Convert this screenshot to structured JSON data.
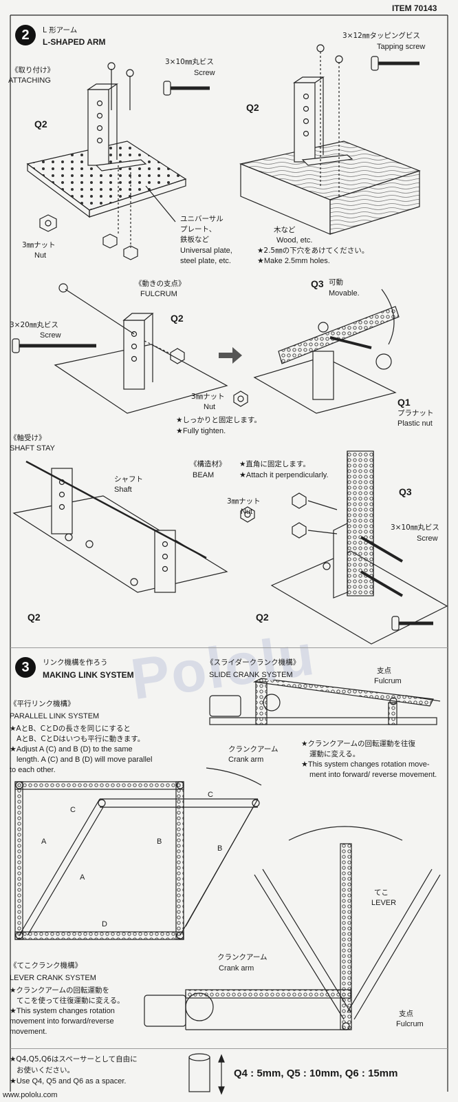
{
  "header": {
    "item_number": "ITEM 70143"
  },
  "watermark": {
    "text": "Pololu"
  },
  "footer": {
    "url": "www.pololu.com"
  },
  "step2": {
    "number": "2",
    "title_jp": "L 形アーム",
    "title_en": "L-SHAPED ARM",
    "attaching": {
      "title_jp": "《取り付け》",
      "title_en": "ATTACHING",
      "screw_jp": "3×10㎜丸ビス",
      "screw_en": "Screw",
      "part": "Q2",
      "nut_jp": "3㎜ナット",
      "nut_en": "Nut",
      "plate_jp1": "ユニバーサル",
      "plate_jp2": "プレート、",
      "plate_jp3": "鉄板など",
      "plate_en1": "Universal plate,",
      "plate_en2": "steel plate, etc."
    },
    "wood": {
      "screw_jp": "3×12㎜タッピングビス",
      "screw_en": "Tapping screw",
      "part": "Q2",
      "wood_jp": "木など",
      "wood_en": "Wood, etc.",
      "hole_jp": "★2.5㎜の下穴をあけてください。",
      "hole_en": "★Make 2.5mm holes."
    },
    "fulcrum": {
      "title_jp": "《動きの支点》",
      "title_en": "FULCRUM",
      "screw_jp": "3×20㎜丸ビス",
      "screw_en": "Screw",
      "part_q2": "Q2",
      "part_q3": "Q3",
      "movable_jp": "可動",
      "movable_en": "Movable.",
      "nut_jp": "3㎜ナット",
      "nut_en": "Nut",
      "tighten_jp": "★しっかりと固定します。",
      "tighten_en": "★Fully tighten.",
      "part_q1": "Q1",
      "plastic_nut_jp": "プラナット",
      "plastic_nut_en": "Plastic nut"
    },
    "shaft_stay": {
      "title_jp": "《軸受け》",
      "title_en": "SHAFT STAY",
      "shaft_jp": "シャフト",
      "shaft_en": "Shaft",
      "part": "Q2"
    },
    "beam": {
      "title_jp": "《構造材》",
      "title_en": "BEAM",
      "note_jp": "★直角に固定します。",
      "note_en": "★Attach it perpendicularly.",
      "nut_jp": "3㎜ナット",
      "nut_en": "Nut",
      "part_q3": "Q3",
      "part_q2": "Q2",
      "screw_jp": "3×10㎜丸ビス",
      "screw_en": "Screw"
    }
  },
  "step3": {
    "number": "3",
    "title_jp": "リンク機構を作ろう",
    "title_en": "MAKING LINK SYSTEM",
    "slide_crank": {
      "title_jp": "《スライダークランク機構》",
      "title_en": "SLIDE CRANK SYSTEM",
      "fulcrum_jp": "支点",
      "fulcrum_en": "Fulcrum",
      "crank_jp": "クランクアーム",
      "crank_en": "Crank arm",
      "note_jp1": "★クランクアームの回転運動を往復",
      "note_jp2": "運動に変える。",
      "note_en1": "★This system changes rotation move-",
      "note_en2": "ment into forward/ reverse movement."
    },
    "parallel": {
      "title_jp": "《平行リンク機構》",
      "title_en": "PARALLEL LINK SYSTEM",
      "note_jp1": "★AとB、CとDの長さを同じにすると",
      "note_jp2": "AとB、CとDはいつも平行に動きます。",
      "note_en1": "★Adjust A (C) and B (D) to the same",
      "note_en2": "length. A (C) and B (D) will move parallel",
      "note_en3": "to each other.",
      "label_a": "A",
      "label_b": "B",
      "label_c": "C",
      "label_d": "D"
    },
    "lever": {
      "title_jp": "《てこクランク機構》",
      "title_en": "LEVER CRANK SYSTEM",
      "note_jp1": "★クランクアームの回転運動を",
      "note_jp2": "てこを使って往復運動に変える。",
      "note_en1": "★This system changes rotation",
      "note_en2": "movement into forward/reverse",
      "note_en3": "movement.",
      "crank_jp": "クランクアーム",
      "crank_en": "Crank arm",
      "lever_jp": "てこ",
      "lever_en": "LEVER",
      "fulcrum_jp": "支点",
      "fulcrum_en": "Fulcrum"
    }
  },
  "spacer": {
    "note_jp1": "★Q4,Q5,Q6はスペーサーとして自由に",
    "note_jp2": "お使いください。",
    "note_en": "★Use Q4, Q5 and Q6 as a spacer.",
    "sizes": "Q4 : 5mm, Q5 : 10mm, Q6 : 15mm"
  }
}
